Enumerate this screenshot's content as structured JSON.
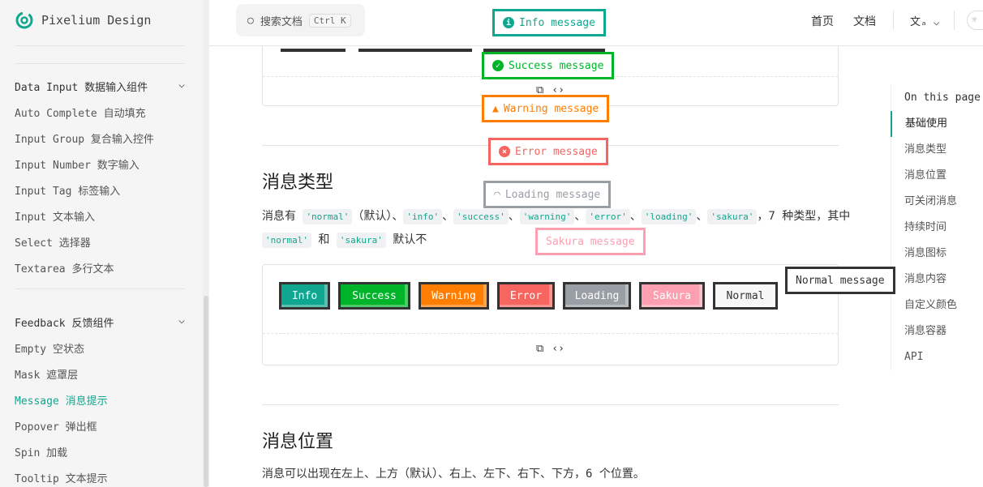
{
  "brand": {
    "name": "Pixelium Design",
    "accent": "#0fa78f"
  },
  "sidebar": {
    "groups": [
      {
        "label": "Data Input 数据输入组件"
      },
      {
        "label": "Feedback 反馈组件"
      }
    ],
    "data_input_items": [
      "Auto Complete 自动填充",
      "Input Group 复合输入控件",
      "Input Number 数字输入",
      "Input Tag 标签输入",
      "Input 文本输入",
      "Select 选择器",
      "Textarea 多行文本"
    ],
    "feedback_items": [
      "Empty 空状态",
      "Mask 遮罩层",
      "Message 消息提示",
      "Popover 弹出框",
      "Spin 加载",
      "Tooltip 文本提示"
    ],
    "active": "Message 消息提示"
  },
  "header": {
    "search_placeholder": "搜索文档",
    "shortcut": "Ctrl K",
    "nav": [
      "首页",
      "文档"
    ]
  },
  "content": {
    "section1_title": "消息类型",
    "section1_text_a": "消息有",
    "types": [
      "'normal'",
      "'info'",
      "'success'",
      "'warning'",
      "'error'",
      "'loading'",
      "'sakura'"
    ],
    "default_text": "（默认）",
    "sep": "、",
    "text_b": "，7 种类型，其中",
    "and": "和",
    "text_c": "默认不",
    "buttons": [
      "Info",
      "Success",
      "Warning",
      "Error",
      "Loading",
      "Sakura",
      "Normal"
    ],
    "section2_title": "消息位置",
    "section2_text": "消息可以出现在左上、上方（默认）、右上、左下、右下、下方，6 个位置。"
  },
  "messages": [
    {
      "text": "Info message",
      "color": "#0fa78f"
    },
    {
      "text": "Success message",
      "color": "#00b42a"
    },
    {
      "text": "Warning message",
      "color": "#ff7d00"
    },
    {
      "text": "Error message",
      "color": "#f76560"
    },
    {
      "text": "Loading message",
      "color": "#9a9ea5"
    },
    {
      "text": "Sakura message",
      "color": "#fb9fb1"
    },
    {
      "text": "Normal message",
      "color": "#333333"
    }
  ],
  "toc": {
    "title": "On this page",
    "items": [
      "基础使用",
      "消息类型",
      "消息位置",
      "可关闭消息",
      "持续时间",
      "消息图标",
      "消息内容",
      "自定义颜色",
      "消息容器",
      "API"
    ]
  }
}
